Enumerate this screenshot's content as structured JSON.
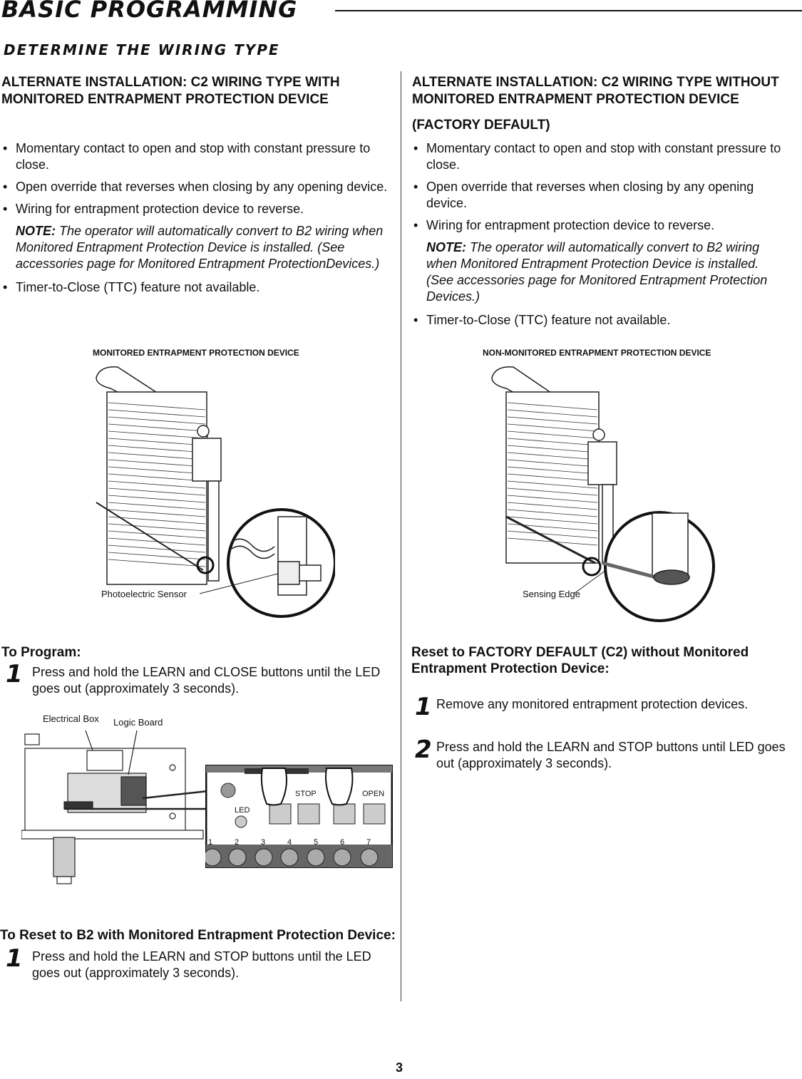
{
  "header": {
    "title": "BASIC PROGRAMMING",
    "subtitle": "DETERMINE THE WIRING TYPE"
  },
  "left": {
    "heading": "ALTERNATE INSTALLATION: C2 WIRING TYPE WITH MONITORED ENTRAPMENT PROTECTION DEVICE",
    "bullets": [
      "Momentary contact to open and stop with constant pressure to close.",
      "Open override that reverses when closing by any opening device.",
      "Wiring for entrapment protection device to reverse."
    ],
    "note_label": "NOTE:",
    "note_text": "The operator will automatically convert to B2 wiring when Monitored Entrapment Protection Device is installed. (See accessories page for Monitored Entrapment ProtectionDevices.)",
    "last_bullet": "Timer-to-Close (TTC) feature not available.",
    "figure_label": "MONITORED ENTRAPMENT PROTECTION DEVICE",
    "figure_callout": "Photoelectric Sensor",
    "program_head": "To Program:",
    "program_step_num": "1",
    "program_step_text": "Press and hold the LEARN and CLOSE buttons until the LED goes out (approximately 3 seconds).",
    "board_labels": {
      "electrical_box": "Electrical Box",
      "logic_board": "Logic Board",
      "led": "LED",
      "stop": "STOP",
      "open": "OPEN",
      "terminals": [
        "1",
        "2",
        "3",
        "4",
        "5",
        "6",
        "7"
      ]
    },
    "reset_head": "To Reset to B2 with Monitored Entrapment Protection Device:",
    "reset_step_num": "1",
    "reset_step_text": "Press and hold the LEARN and STOP buttons until the LED goes out (approximately 3 seconds)."
  },
  "right": {
    "heading": "ALTERNATE INSTALLATION: C2 WIRING TYPE WITHOUT MONITORED ENTRAPMENT PROTECTION DEVICE",
    "factory": "(FACTORY DEFAULT)",
    "bullets": [
      "Momentary contact to open and stop with constant pressure to close.",
      "Open override that reverses when closing by any opening device.",
      "Wiring for entrapment protection device to reverse."
    ],
    "note_label": "NOTE:",
    "note_text": "The operator will automatically convert to B2 wiring when Monitored Entrapment Protection Device is installed. (See accessories page for Monitored Entrapment Protection Devices.)",
    "last_bullet": "Timer-to-Close (TTC) feature not available.",
    "figure_label": "NON-MONITORED ENTRAPMENT PROTECTION DEVICE",
    "figure_callout": "Sensing Edge",
    "reset_head": "Reset to FACTORY DEFAULT (C2) without Monitored Entrapment Protection Device:",
    "steps": [
      {
        "num": "1",
        "text": "Remove any monitored entrapment protection devices."
      },
      {
        "num": "2",
        "text": "Press and hold the LEARN and STOP buttons until LED goes out (approximately 3 seconds)."
      }
    ]
  },
  "footer": {
    "page_number": "3"
  }
}
